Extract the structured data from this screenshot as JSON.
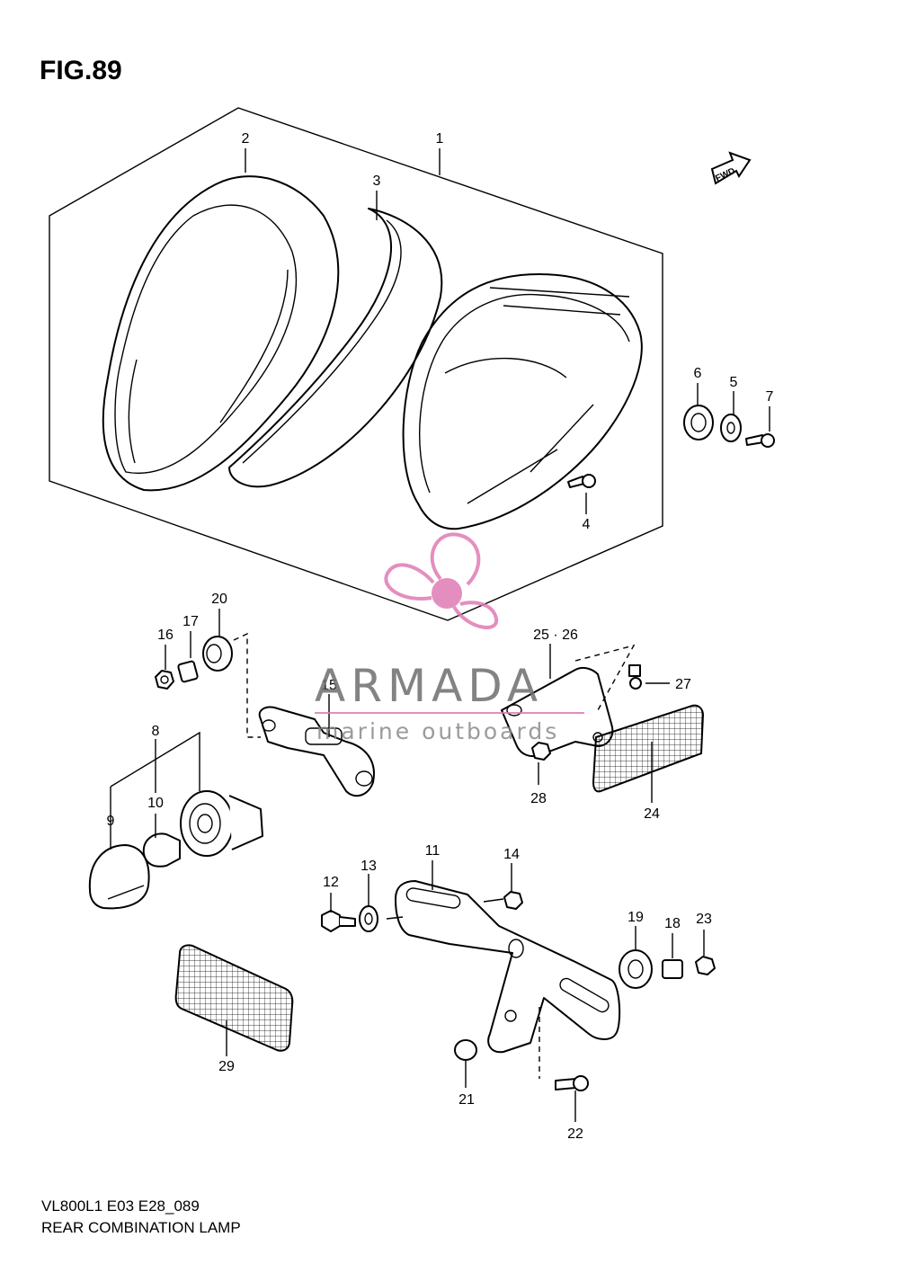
{
  "figure": {
    "title": "FIG.89",
    "fwd_label": "FWD"
  },
  "footer": {
    "model_code": "VL800L1 E03 E28_089",
    "caption": "REAR COMBINATION LAMP"
  },
  "watermark": {
    "brand": "ARMADA",
    "tagline": "marine outboards",
    "accent_color": "#e07bb5"
  },
  "callouts": [
    "1",
    "2",
    "3",
    "4",
    "5",
    "6",
    "7",
    "8",
    "9",
    "10",
    "11",
    "12",
    "13",
    "14",
    "15",
    "16",
    "17",
    "18",
    "19",
    "20",
    "21",
    "22",
    "23",
    "24",
    "25 · 26",
    "27",
    "28",
    "29"
  ]
}
